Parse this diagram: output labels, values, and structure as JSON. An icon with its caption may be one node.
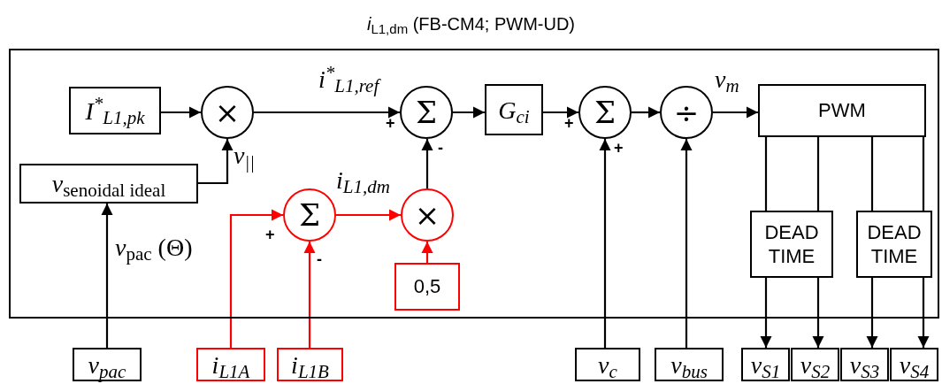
{
  "diagram": {
    "title": "*i*$_{L1,dm}$ (FB-CM4; PWM-UD)",
    "nodes": [
      {
        "text": [],
        "shape": "box"
      },
      {
        "text": [
          "I$^{*}$$_{L1,pk}$"
        ],
        "in": 0
      },
      {
        "text": [
          "×"
        ],
        "in": 0
      },
      {
        "text": [
          "*v*$_{senoidal ideal}$"
        ],
        "in": 0
      },
      {
        "text": [
          "Σ"
        ],
        "in": 0
      },
      {
        "text": [
          "G$_{ci}$"
        ],
        "in": 0
      },
      {
        "text": [
          "Σ"
        ],
        "in": 0
      },
      {
        "text": [
          "÷"
        ],
        "in": 0
      },
      {
        "text": [
          "PWM"
        ],
        "in": 0
      },
      {
        "text": [
          "Σ"
        ],
        "in": 0
      },
      {
        "text": [
          "×"
        ],
        "in": 0
      },
      {
        "text": [
          "0,5"
        ],
        "in": 0
      },
      {
        "text": [
          "DEAD TIME"
        ],
        "in": 0
      },
      {
        "text": [
          "DEAD TIME"
        ],
        "in": 0
      },
      {
        "text": [
          "v$_{pac}$"
        ]
      },
      {
        "text": [
          "i$_{L1A}$"
        ]
      },
      {
        "text": [
          "i$_{L1B}$"
        ]
      },
      {
        "text": [
          "v$_{c}$"
        ]
      },
      {
        "text": [
          "v$_{bus}$"
        ]
      },
      {
        "text": [
          "v$_{S1}$"
        ]
      },
      {
        "text": [
          "v$_{S2}$"
        ]
      },
      {
        "text": [
          "v$_{S3}$"
        ]
      },
      {
        "text": [
          "v$_{S4}$"
        ]
      }
    ],
    "edges": [
      {
        "from": 1,
        "to": 2,
        "arrow": "to"
      },
      {
        "from": 2,
        "to": 4,
        "arrow": "to",
        "label": "i$^{*}$$_{L1,ref}$"
      },
      {
        "from": 3,
        "to": 2,
        "arrow": "to",
        "label": "v$_{||}$"
      },
      {
        "from": 4,
        "to": 5,
        "arrow": "to"
      },
      {
        "from": 5,
        "to": 6,
        "arrow": "to"
      },
      {
        "from": 6,
        "to": 7,
        "arrow": "to"
      },
      {
        "from": 7,
        "to": 8,
        "arrow": "to",
        "label": "v$_{m}$"
      },
      {
        "from": 9,
        "to": 10,
        "arrow": "to",
        "color": "#ff0000"
      },
      {
        "from": 10,
        "to": 4,
        "arrow": "to",
        "label": "i$_{L1,dm}$"
      },
      {
        "from": 11,
        "to": 10,
        "arrow": "to",
        "color": "#ff0000"
      },
      {
        "from": 15,
        "to": 9,
        "arrow": "to",
        "color": "#ff0000"
      },
      {
        "from": 16,
        "to": 9,
        "arrow": "to",
        "color": "#ff0000"
      },
      {
        "from": 14,
        "to": 3,
        "arrow": "to",
        "label": "*v*$_{pac}$ (Θ)"
      },
      {
        "from": 17,
        "to": 6,
        "arrow": "to"
      },
      {
        "from": 18,
        "to": 7,
        "arrow": "to"
      },
      {
        "from": 8,
        "to": 12,
        "arrow": "none"
      },
      {
        "from": 8,
        "to": 12,
        "arrow": "none"
      },
      {
        "from": 8,
        "to": 13,
        "arrow": "none"
      },
      {
        "from": 8,
        "to": 13,
        "arrow": "none"
      },
      {
        "from": 12,
        "to": 19,
        "arrow": "to"
      },
      {
        "from": 12,
        "to": 20,
        "arrow": "to"
      },
      {
        "from": 13,
        "to": 21,
        "arrow": "to"
      },
      {
        "from": 13,
        "to": 22,
        "arrow": "to"
      }
    ],
    "labels": [
      "+",
      "-",
      "+",
      "+",
      "+",
      "-"
    ]
  }
}
